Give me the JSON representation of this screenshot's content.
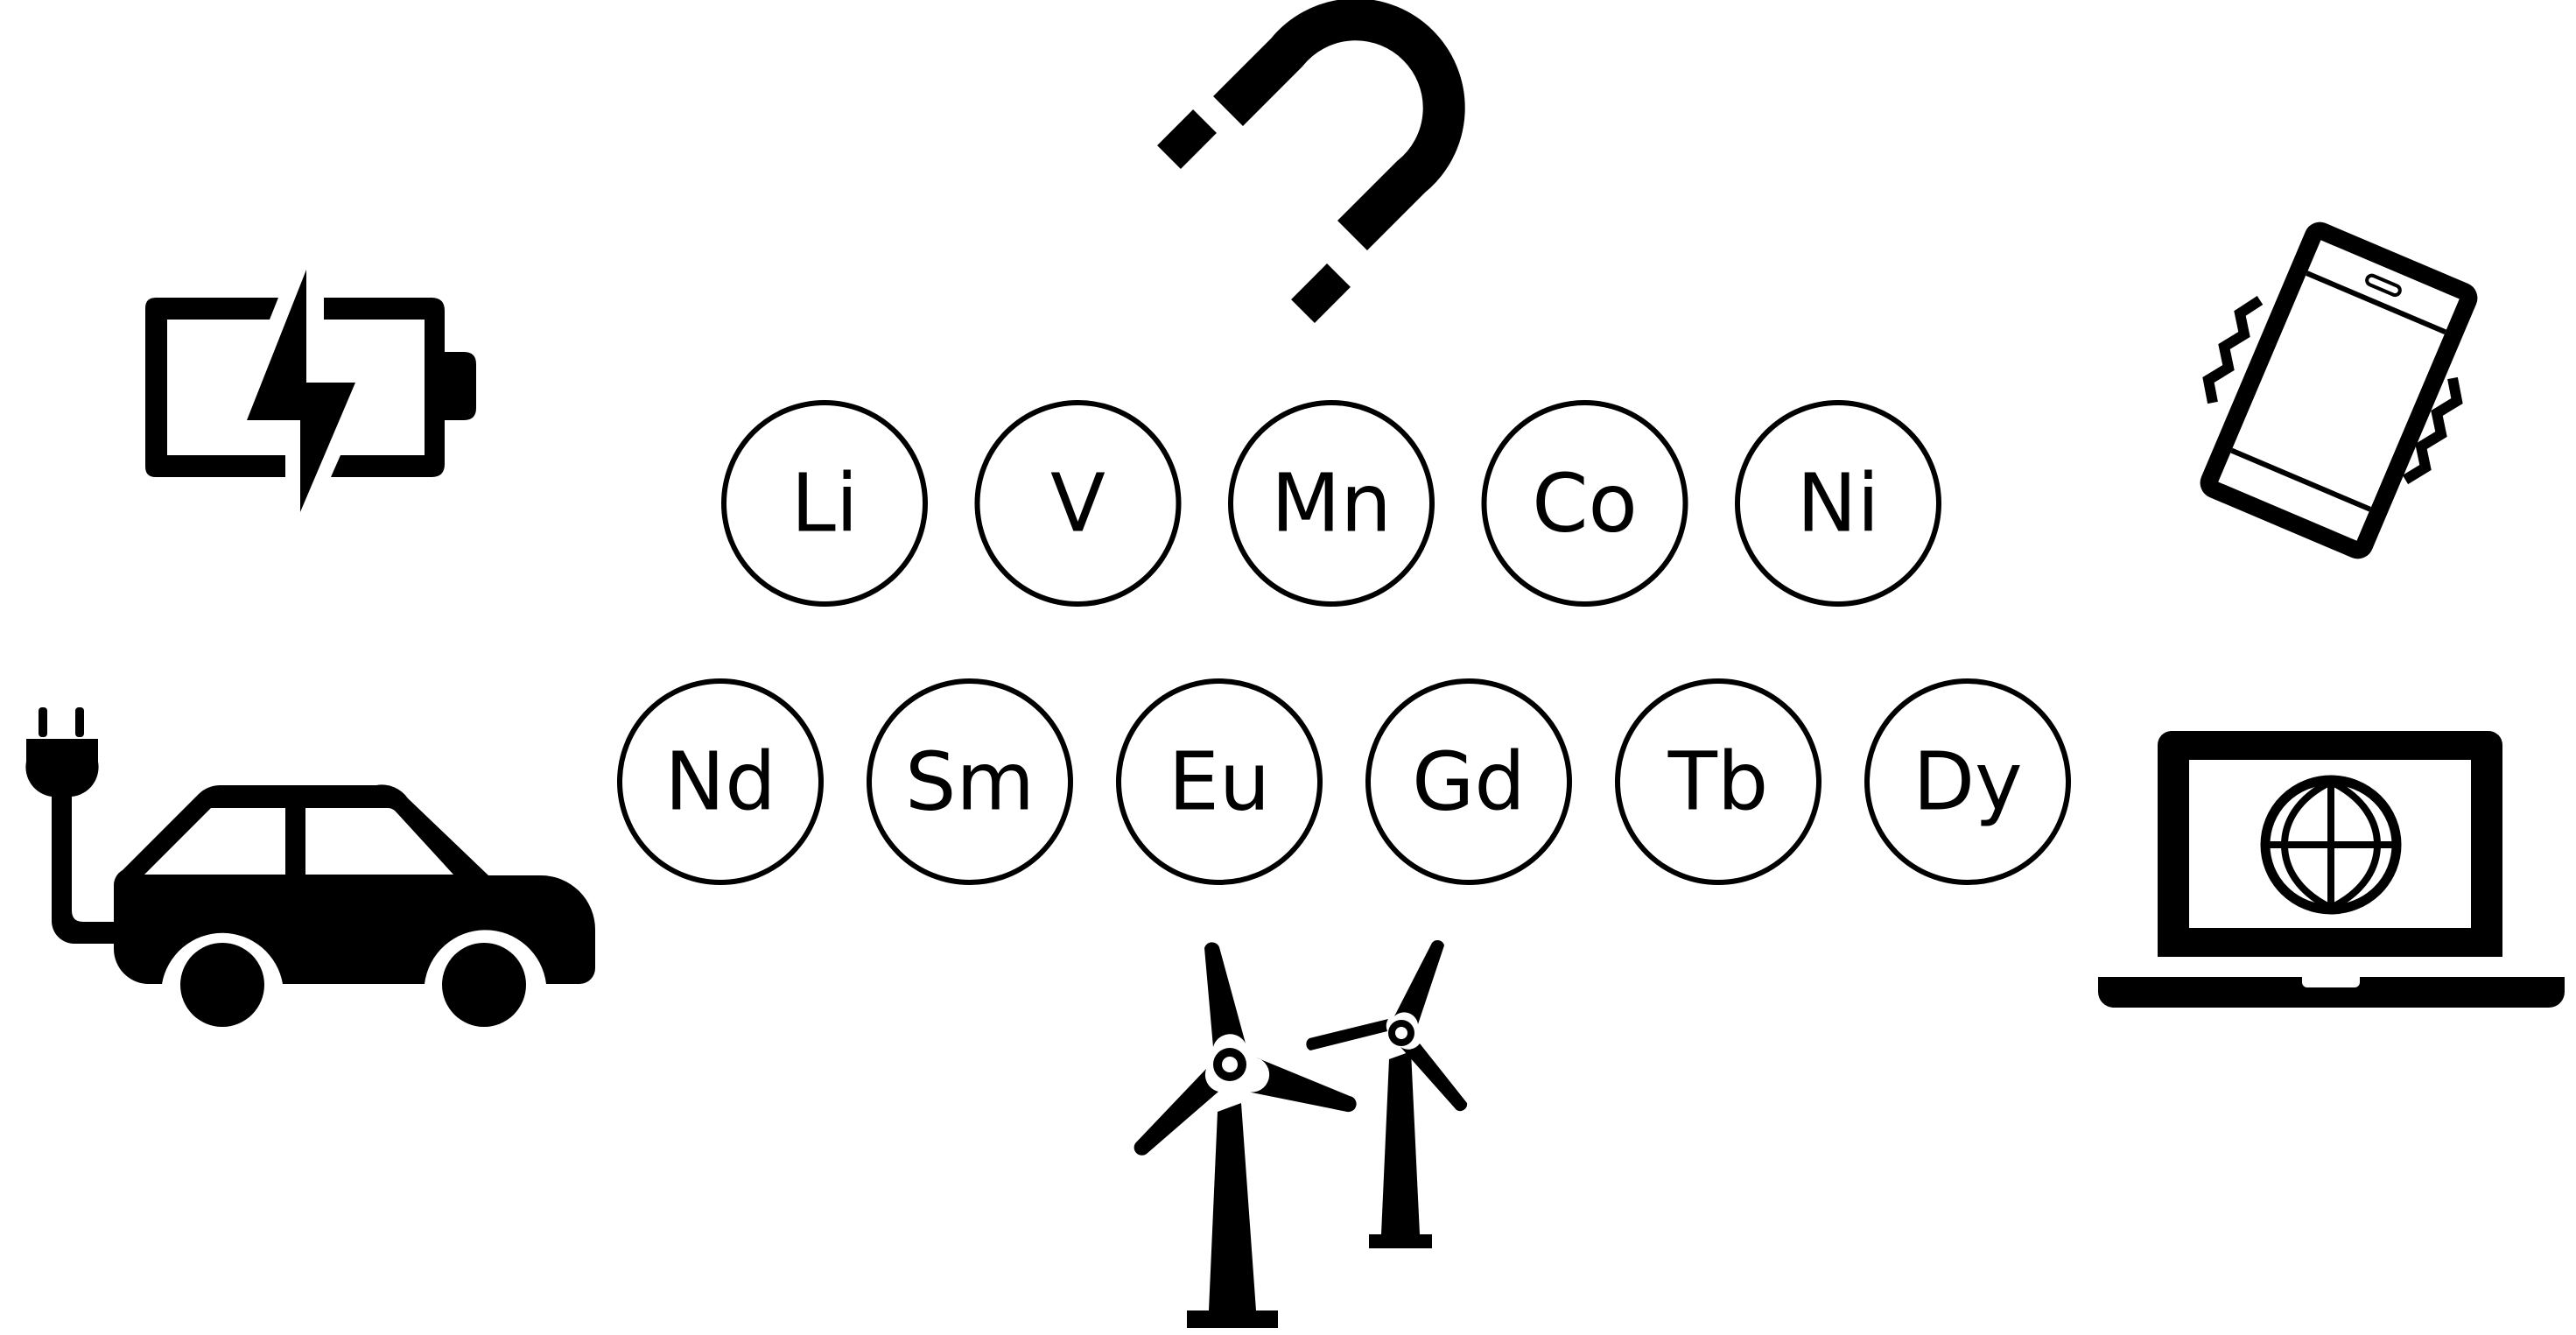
{
  "elements_row1": [
    {
      "symbol": "Li"
    },
    {
      "symbol": "V"
    },
    {
      "symbol": "Mn"
    },
    {
      "symbol": "Co"
    },
    {
      "symbol": "Ni"
    }
  ],
  "elements_row2": [
    {
      "symbol": "Nd"
    },
    {
      "symbol": "Sm"
    },
    {
      "symbol": "Eu"
    },
    {
      "symbol": "Gd"
    },
    {
      "symbol": "Tb"
    },
    {
      "symbol": "Dy"
    }
  ],
  "icons": [
    "battery-charging-icon",
    "magnet-icon",
    "smartphone-vibrating-icon",
    "electric-car-icon",
    "wind-turbines-icon",
    "laptop-globe-icon"
  ],
  "colors": {
    "ink": "#000000",
    "background": "#ffffff"
  }
}
